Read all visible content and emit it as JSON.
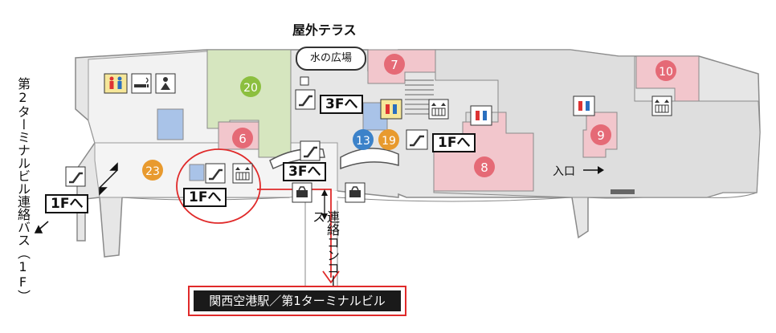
{
  "labels": {
    "outdoor_terrace": "屋外テラス",
    "water_plaza": "水の広場",
    "side_vertical": "第2ターミナルビル連絡バス（1F）",
    "concourse_vertical": "連絡コンコース",
    "to_1f_left": "1Fへ",
    "to_1f_mid": "1Fへ",
    "to_1f_right": "1Fへ",
    "to_3f_top": "3Fへ",
    "to_3f_mid": "3Fへ",
    "entrance": "入口",
    "station": "関西空港駅／第1ターミナルビル"
  },
  "markers": [
    {
      "id": "m6",
      "number": "6",
      "color": "#e56a76"
    },
    {
      "id": "m7",
      "number": "7",
      "color": "#e56a76"
    },
    {
      "id": "m8",
      "number": "8",
      "color": "#e56a76"
    },
    {
      "id": "m9",
      "number": "9",
      "color": "#e56a76"
    },
    {
      "id": "m10",
      "number": "10",
      "color": "#e56a76"
    },
    {
      "id": "m13",
      "number": "13",
      "color": "#3c82c9"
    },
    {
      "id": "m19",
      "number": "19",
      "color": "#e89a2e"
    },
    {
      "id": "m20",
      "number": "20",
      "color": "#8cbf3f"
    },
    {
      "id": "m23",
      "number": "23",
      "color": "#e89a2e"
    }
  ],
  "colors": {
    "floor": "#e6e6e6",
    "wall": "#8a8a8a",
    "pink_zone": "#f2c6cc",
    "green_zone": "#d6e6bf",
    "blue_zone": "#a9c3e8",
    "highlight_red": "#e02a2a"
  },
  "icons": [
    "restroom-icon",
    "smoking-icon",
    "baby-care-icon",
    "escalator-icon",
    "elevator-icon",
    "shopping-cart-icon"
  ]
}
